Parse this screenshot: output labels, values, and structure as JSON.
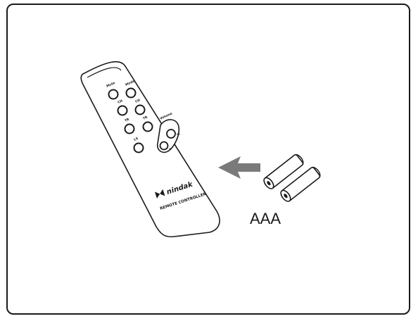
{
  "remote": {
    "brand_text": "nindak",
    "label_text": "REMOTE CONTROLLER",
    "buttons": [
      {
        "label": "Mute"
      },
      {
        "label": "Mode"
      },
      {
        "label": "CH"
      },
      {
        "label": "CH"
      },
      {
        "label": "TR"
      },
      {
        "label": "TR"
      },
      {
        "label": "LS"
      }
    ],
    "volume": {
      "label": "Volume",
      "plus": "+",
      "minus": "-"
    }
  },
  "insert_arrow": {
    "icon": "arrow-left-icon",
    "color": "#7a7a7a"
  },
  "batteries": {
    "count": 2,
    "type_label": "AAA"
  }
}
